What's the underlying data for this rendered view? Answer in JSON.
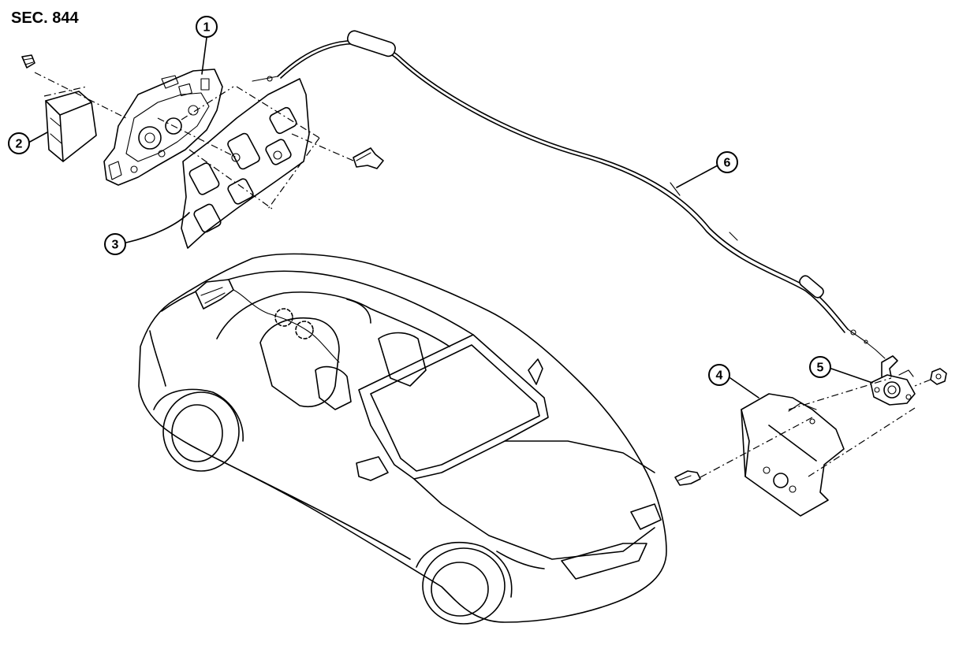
{
  "section_label": "SEC. 844",
  "callouts": [
    {
      "id": "1",
      "label": "1"
    },
    {
      "id": "2",
      "label": "2"
    },
    {
      "id": "3",
      "label": "3"
    },
    {
      "id": "4",
      "label": "4"
    },
    {
      "id": "5",
      "label": "5"
    },
    {
      "id": "6",
      "label": "6"
    }
  ]
}
